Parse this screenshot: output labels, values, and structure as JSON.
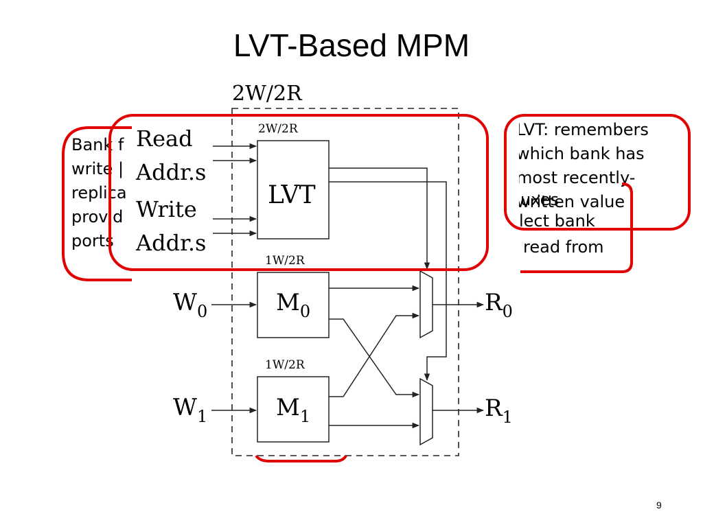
{
  "slide": {
    "title": "LVT-Based MPM",
    "page_number": "9"
  },
  "callouts": {
    "left": [
      "Bank f",
      "write |",
      "replica",
      "provid",
      "ports"
    ],
    "right_top": [
      "LVT: remembers",
      "which bank has",
      "most recently-",
      "written value"
    ],
    "right_bottom": [
      "uxes",
      "lect bank",
      "read from"
    ]
  },
  "diagram": {
    "outer_label": "2W/2R",
    "lvt_port_label": "2W/2R",
    "lvt_label": "LVT",
    "read_addr_line1": "Read",
    "read_addr_line2": "Addr.s",
    "write_addr_line1": "Write",
    "write_addr_line2": "Addr.s",
    "m0_port_label": "1W/2R",
    "m1_port_label": "1W/2R",
    "m0_label": "M",
    "m0_sub": "0",
    "m1_label": "M",
    "m1_sub": "1",
    "w0": "W",
    "w0_sub": "0",
    "w1": "W",
    "w1_sub": "1",
    "r0": "R",
    "r0_sub": "0",
    "r1": "R",
    "r1_sub": "1"
  },
  "colors": {
    "highlight": "#e00000",
    "line": "#222222"
  }
}
